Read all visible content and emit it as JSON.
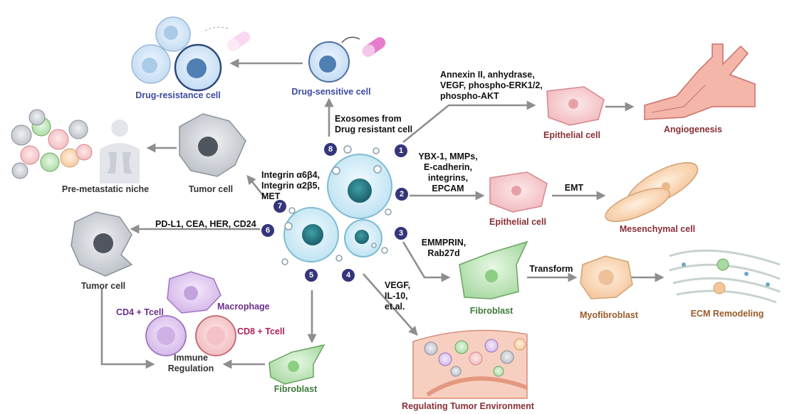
{
  "colors": {
    "arrow": "#8e8e8e",
    "badge": "#34357a",
    "blue_label": "#3c4aa0",
    "red_label": "#8a2f36",
    "green_label": "#3e7a3a",
    "brown_label": "#9a5a2a",
    "purple_label": "#6b2e8c",
    "pink_label": "#b0245a",
    "black_label": "#111111"
  },
  "badges": [
    "1",
    "2",
    "3",
    "4",
    "5",
    "6",
    "7",
    "8"
  ],
  "labels": {
    "drug_resistance_cell": "Drug-resistance cell",
    "drug_sensitive_cell": "Drug-sensitive cell",
    "exosomes_line1": "Exosomes from",
    "exosomes_line2": "Drug resistant cell",
    "annexin_line1": "Annexin II, anhydrase,",
    "annexin_line2": "VEGF, phospho-ERK1/2,",
    "annexin_line3": "phospho-AKT",
    "epithelial_cell_1": "Epithelial cell",
    "angiogenesis": "Angiogenesis",
    "ybx_line1": "YBX-1, MMPs,",
    "ybx_line2": "E-cadherin,",
    "ybx_line3": "integrins,",
    "ybx_line4": "EPCAM",
    "epithelial_cell_2": "Epithelial cell",
    "emt": "EMT",
    "mesenchymal_cell": "Mesenchymal cell",
    "emmprin_line1": "EMMPRIN,",
    "emmprin_line2": "Rab27d",
    "fibroblast_1": "Fibroblast",
    "transform": "Transform",
    "myofibroblast": "Myofibroblast",
    "ecm_remodeling": "ECM Remodeling",
    "vegf_line1": "VEGF,",
    "vegf_line2": "IL-10,",
    "vegf_line3": "et.al.",
    "regulating_tumor_env": "Regulating Tumor Environment",
    "fibroblast_2": "Fibroblast",
    "immune_line1": "Immune",
    "immune_line2": "Regulation",
    "macrophage": "Macrophage",
    "cd4": "CD4 + Tcell",
    "cd8": "CD8 + Tcell",
    "tumor_cell_left": "Tumor cell",
    "pdl1": "PD-L1, CEA, HER, CD24",
    "integrin_line1": "Integrin α6β4,",
    "integrin_line2": "Integrin α2β5,",
    "integrin_line3": "MET",
    "tumor_cell_top": "Tumor cell",
    "pre_metastatic_niche": "Pre-metastatic niche"
  },
  "icons": {
    "pill": "capsule-pill-icon",
    "lungs": "lungs-human-silhouette-icon",
    "vessel": "blood-vessel-icon"
  }
}
